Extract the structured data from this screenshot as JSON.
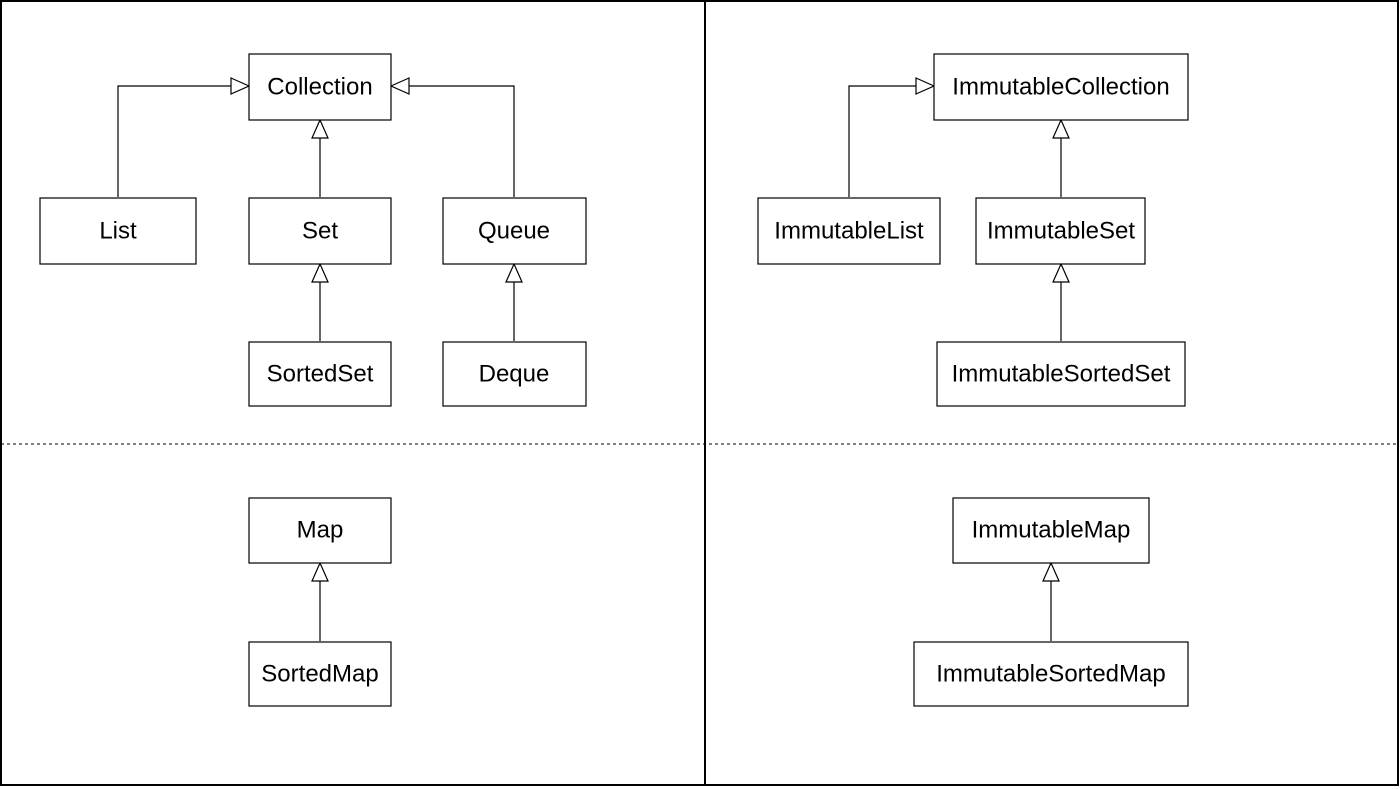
{
  "diagram": {
    "nodes": {
      "collection": "Collection",
      "list": "List",
      "set": "Set",
      "queue": "Queue",
      "sorted_set": "SortedSet",
      "deque": "Deque",
      "map": "Map",
      "sorted_map": "SortedMap",
      "immutable_collection": "ImmutableCollection",
      "immutable_list": "ImmutableList",
      "immutable_set": "ImmutableSet",
      "immutable_sorted_set": "ImmutableSortedSet",
      "immutable_map": "ImmutableMap",
      "immutable_sorted_map": "ImmutableSortedMap"
    },
    "edges": [
      {
        "from": "list",
        "to": "collection",
        "type": "inheritance"
      },
      {
        "from": "set",
        "to": "collection",
        "type": "inheritance"
      },
      {
        "from": "queue",
        "to": "collection",
        "type": "inheritance"
      },
      {
        "from": "sorted_set",
        "to": "set",
        "type": "inheritance"
      },
      {
        "from": "deque",
        "to": "queue",
        "type": "inheritance"
      },
      {
        "from": "sorted_map",
        "to": "map",
        "type": "inheritance"
      },
      {
        "from": "immutable_list",
        "to": "immutable_collection",
        "type": "inheritance"
      },
      {
        "from": "immutable_set",
        "to": "immutable_collection",
        "type": "inheritance"
      },
      {
        "from": "immutable_sorted_set",
        "to": "immutable_set",
        "type": "inheritance"
      },
      {
        "from": "immutable_sorted_map",
        "to": "immutable_map",
        "type": "inheritance"
      }
    ]
  }
}
